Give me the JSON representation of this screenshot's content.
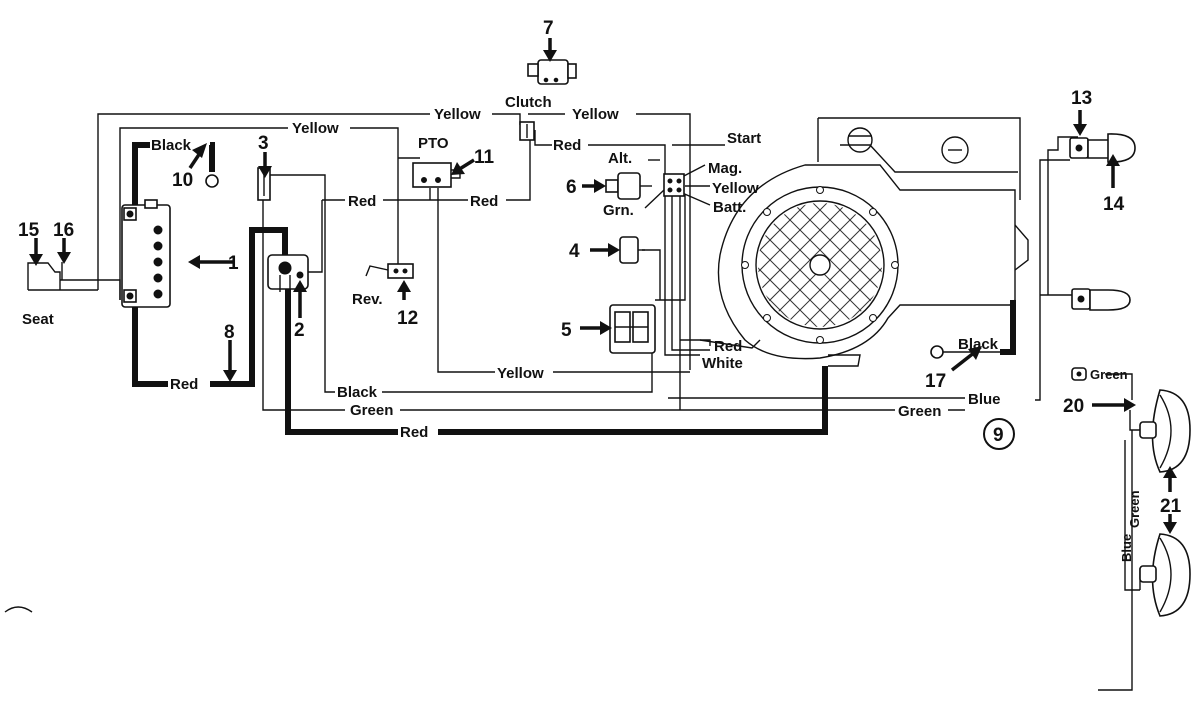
{
  "labels": {
    "yellow_top_left": "Yellow",
    "clutch": "Clutch",
    "yellow_top_right": "Yellow",
    "yellow_second": "Yellow",
    "black_battery": "Black",
    "pto": "PTO",
    "red_clutch": "Red",
    "start": "Start",
    "alt": "Alt.",
    "mag": "Mag.",
    "yellow_switch": "Yellow",
    "grn": "Grn.",
    "batt": "Batt.",
    "red_mid_left": "Red",
    "red_mid_right": "Red",
    "rev": "Rev.",
    "seat": "Seat",
    "red_engine": "Red",
    "white": "White",
    "yellow_bottom": "Yellow",
    "red_battery": "Red",
    "black_bottom": "Black",
    "green_bottom": "Green",
    "red_bottom": "Red",
    "black_ground": "Black",
    "blue": "Blue",
    "green_right": "Green",
    "green_light": "Green",
    "blue_vertical": "Blue",
    "green_vertical": "Green"
  },
  "callouts": {
    "n1": "1",
    "n2": "2",
    "n3": "3",
    "n4": "4",
    "n5": "5",
    "n6": "6",
    "n7": "7",
    "n8": "8",
    "n9": "9",
    "n10": "10",
    "n11": "11",
    "n12": "12",
    "n13": "13",
    "n14": "14",
    "n15": "15",
    "n16": "16",
    "n17": "17",
    "n20": "20",
    "n21": "21"
  }
}
